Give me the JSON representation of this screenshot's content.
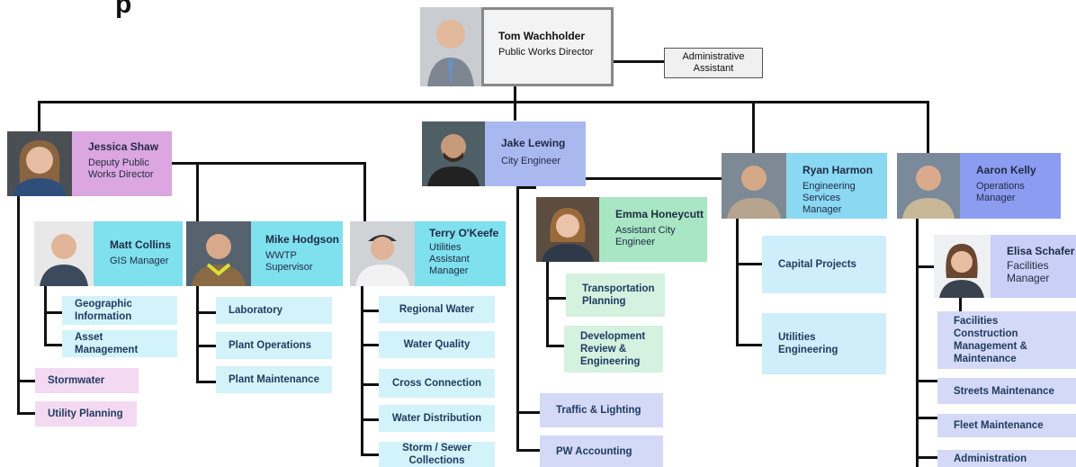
{
  "header": {
    "title_fragment": "p"
  },
  "director": {
    "name": "Tom Wachholder",
    "title": "Public Works Director"
  },
  "assistant": {
    "label": "Administrative Assistant"
  },
  "deputy": {
    "name": "Jessica Shaw",
    "title": "Deputy Public Works Director"
  },
  "matt": {
    "name": "Matt Collins",
    "title": "GIS Manager"
  },
  "mike": {
    "name": "Mike Hodgson",
    "title": "WWTP Supervisor"
  },
  "terry": {
    "name": "Terry O'Keefe",
    "title": "Utilities Assistant Manager"
  },
  "jake": {
    "name": "Jake Lewing",
    "title": "City Engineer"
  },
  "emma": {
    "name": "Emma Honeycutt",
    "title": "Assistant City Engineer"
  },
  "ryan": {
    "name": "Ryan Harmon",
    "title": "Engineering Services Manager"
  },
  "aaron": {
    "name": "Aaron Kelly",
    "title": "Operations Manager"
  },
  "elisa": {
    "name": "Elisa Schafer",
    "title": "Facilities Manager"
  },
  "units": {
    "geo": "Geographic Information",
    "asset": "Asset Management",
    "storm": "Stormwater",
    "utilplan": "Utility Planning",
    "lab": "Laboratory",
    "plantops": "Plant Operations",
    "plantmaint": "Plant Maintenance",
    "regwater": "Regional Water",
    "waterq": "Water Quality",
    "cross": "Cross Connection",
    "waterdist": "Water Distribution",
    "stormsewer": "Storm / Sewer Collections",
    "transport": "Transportation Planning",
    "devreview": "Development Review & Engineering",
    "traffic": "Traffic & Lighting",
    "pwacct": "PW Accounting",
    "capital": "Capital Projects",
    "utileng": "Utilities Engineering",
    "facconst": "Facilities Construction Management & Maintenance",
    "streets": "Streets Maintenance",
    "fleet": "Fleet Maintenance",
    "admin": "Administration"
  }
}
